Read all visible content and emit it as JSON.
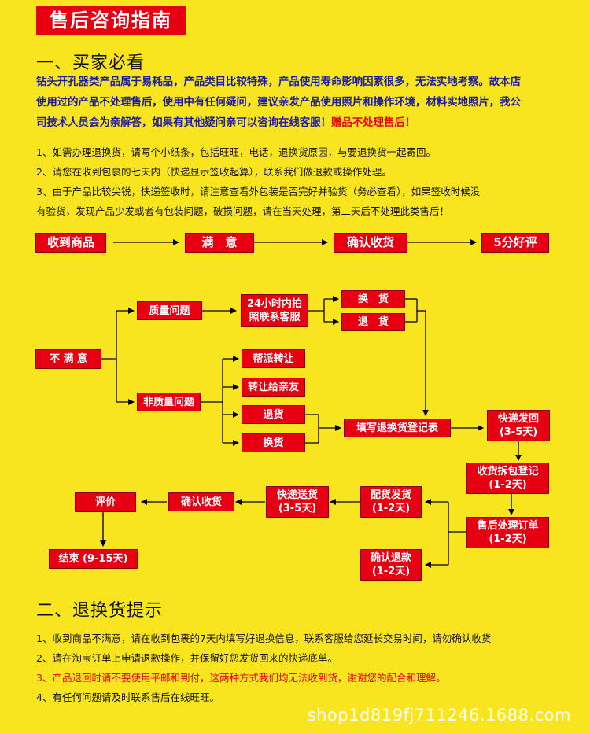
{
  "header": {
    "title": "售后咨询指南"
  },
  "section1": {
    "heading": "一、买家必看",
    "intro_lines": [
      "钻头开孔器类产品属于易耗品，产品类目比较特殊，产品使用寿命影响因素很多，无法实地考察。故本店",
      "使用过的产品不处理售后，使用中有任何疑问，建议亲发产品使用照片和操作环境，材料实地照片，我公",
      "司技术人员会为亲解答，如果有其他疑问亲可以咨询在线客服！"
    ],
    "intro_red": "赠品不处理售后！",
    "items": [
      "1、如需办理退换货，请写个小纸条，包括旺旺，电话，退换货原因，与要退换货一起寄回。",
      "2、请您在收到包裹的七天内（快递显示签收起算），联系我们做退款或操作处理。",
      "3、由于产品比较尖锐，快递签收时，请注意查看外包装是否完好并验货（务必查看），如果签收时候没",
      "有验货，发现产品少发或者有包装问题，破损问题，请在当天处理，第二天后不处理此类售后！"
    ]
  },
  "flow_top": [
    "收到商品",
    "满　意",
    "确认收货",
    "5分好评"
  ],
  "flow": {
    "unsatisfied": "不 满 意",
    "quality": "质量问题",
    "non_quality": "非质量问题",
    "photo_1": "24小时内拍",
    "photo_2": "照联系客服",
    "exchange_a": "换　货",
    "refund_a": "退　货",
    "help_transfer": "帮派转让",
    "transfer_friend": "转让给亲友",
    "refund_b": "退货",
    "exchange_b": "换货",
    "fill_form": "填写退换货登记表",
    "express_return_1": "快递发回",
    "express_return_2": "(3-5天)",
    "receive_register_1": "收货拆包登记",
    "receive_register_2": "(1-2天)",
    "aftersale_order_1": "售后处理订单",
    "aftersale_order_2": "(1-2天)",
    "confirm_refund_1": "确认退款",
    "confirm_refund_2": "(1-2天)",
    "ship_goods_1": "配货发货",
    "ship_goods_2": "(1-2天)",
    "express_send_1": "快递送货",
    "express_send_2": "(3-5天)",
    "confirm_receive": "确认收货",
    "review": "评价",
    "end": "结束 (9-15天)"
  },
  "section2": {
    "heading": "二、退换货提示",
    "items": [
      "1、收到商品不满意，请在收到包裹的7天内填写好退换信息，联系客服给您延长交易时间，请勿确认收货",
      "2、请在淘宝订单上申请退款操作，并保留好您发货回来的快递底单。",
      "3、产品退回时请不要使用平邮和到付，这两种方式我们均无法收到货，谢谢您的配合和理解。",
      "4、有任何问题请及时联系售后在线旺旺。"
    ]
  },
  "watermark": "shop1d819fj711246.1688.com",
  "colors": {
    "background": "#f9e51f",
    "accent": "#e60012",
    "blue_text": "#1a1aa8"
  }
}
